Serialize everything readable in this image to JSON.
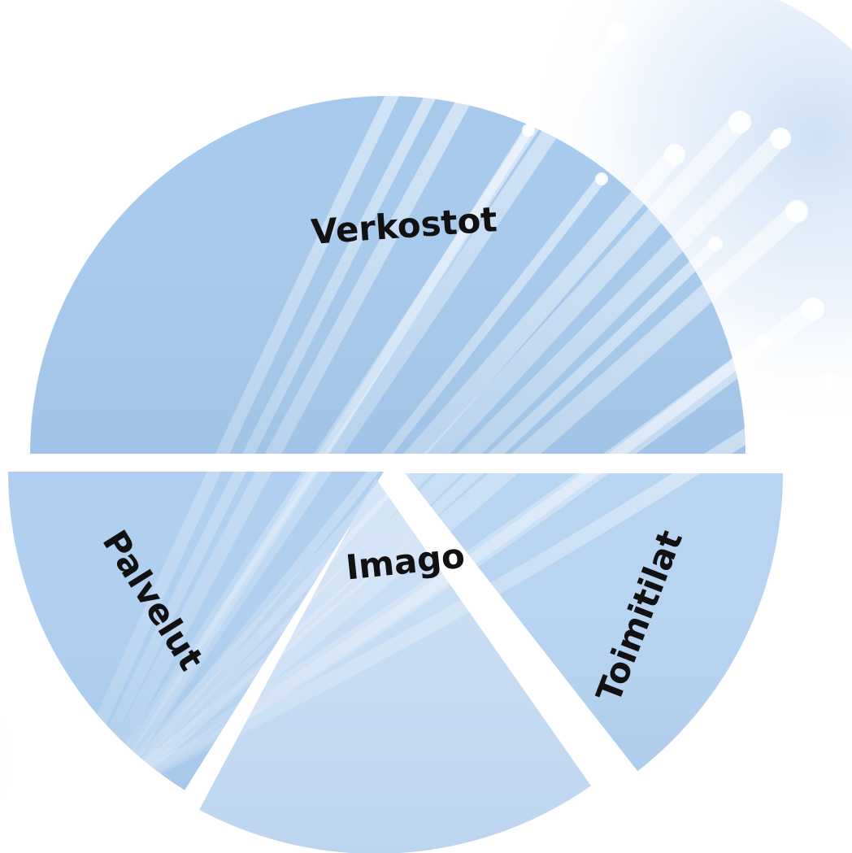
{
  "diagram": {
    "segments": [
      {
        "id": "verkostot",
        "label": "Verkostot",
        "color": "#9fc4ea"
      },
      {
        "id": "palvelut",
        "label": "Palvelut",
        "color": "#a9cbef"
      },
      {
        "id": "imago",
        "label": "Imago",
        "color": "#c2daf3"
      },
      {
        "id": "toimitilat",
        "label": "Toimitilat",
        "color": "#b1d0f0"
      }
    ],
    "colors": {
      "fiber": "#ffffff",
      "background_glow": "#dceaf8"
    }
  }
}
